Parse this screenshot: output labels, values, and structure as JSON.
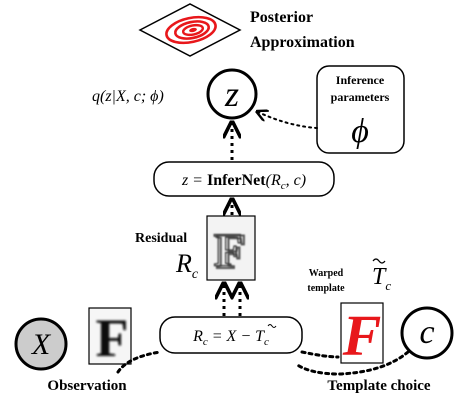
{
  "posterior": {
    "line1": "Posterior",
    "line2": "Approximation"
  },
  "latent": {
    "symbol": "z",
    "distribution": "q(z|X, c; ϕ)"
  },
  "inference_params": {
    "line1": "Inference",
    "line2": "parameters",
    "symbol": "ϕ"
  },
  "infer_net": {
    "lhs": "z = ",
    "fn": "InferNet",
    "args": "(R",
    "sub": "c",
    "tail": ", c)"
  },
  "residual": {
    "label": "Residual",
    "symbol": "R",
    "sub": "c",
    "glyph": "F"
  },
  "warped": {
    "line1": "Warped",
    "line2": "template",
    "symbol": "T",
    "sub": "c",
    "glyph": "F"
  },
  "equation": {
    "lhs": "R",
    "lhs_sub": "c",
    "mid": " = X − ",
    "rhs": "T",
    "rhs_sub": "c"
  },
  "observation": {
    "symbol": "X",
    "label": "Observation",
    "glyph": "F"
  },
  "template_choice": {
    "symbol": "c",
    "label": "Template choice"
  },
  "colors": {
    "red": "#e8171b",
    "observed_fill": "#cccccc",
    "stroke": "#000000"
  }
}
